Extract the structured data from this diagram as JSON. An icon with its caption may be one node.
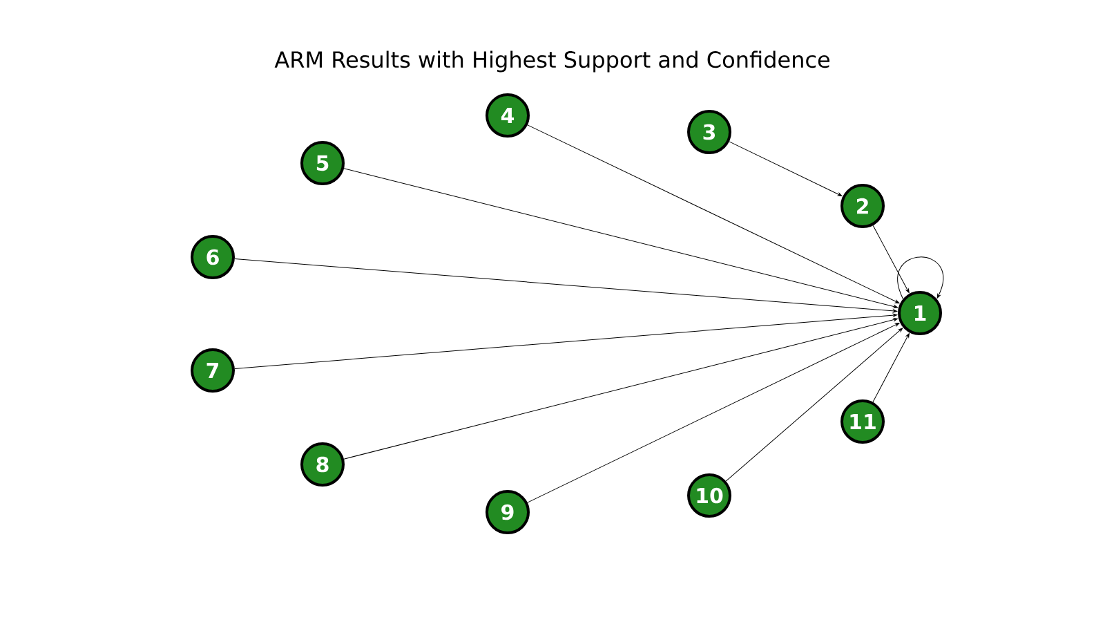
{
  "diagram": {
    "title": "ARM Results with Highest Support and Confidence",
    "nodes": [
      {
        "text": [
          "1"
        ]
      },
      {
        "text": [
          "2"
        ]
      },
      {
        "text": [
          "3"
        ]
      },
      {
        "text": [
          "4"
        ]
      },
      {
        "text": [
          "5"
        ]
      },
      {
        "text": [
          "6"
        ]
      },
      {
        "text": [
          "7"
        ]
      },
      {
        "text": [
          "8"
        ]
      },
      {
        "text": [
          "9"
        ]
      },
      {
        "text": [
          "10"
        ]
      },
      {
        "text": [
          "11"
        ]
      }
    ],
    "edges": [
      {
        "from": 2,
        "to": 1,
        "arrow": "to"
      },
      {
        "from": 1,
        "to": 0,
        "arrow": "to"
      },
      {
        "from": 3,
        "to": 0,
        "arrow": "to"
      },
      {
        "from": 4,
        "to": 0,
        "arrow": "to"
      },
      {
        "from": 5,
        "to": 0,
        "arrow": "to"
      },
      {
        "from": 6,
        "to": 0,
        "arrow": "to"
      },
      {
        "from": 7,
        "to": 0,
        "arrow": "to"
      },
      {
        "from": 8,
        "to": 0,
        "arrow": "to"
      },
      {
        "from": 9,
        "to": 0,
        "arrow": "to"
      },
      {
        "from": 10,
        "to": 0,
        "arrow": "to"
      },
      {
        "from": 0,
        "to": 0,
        "arrow": "to"
      }
    ]
  }
}
